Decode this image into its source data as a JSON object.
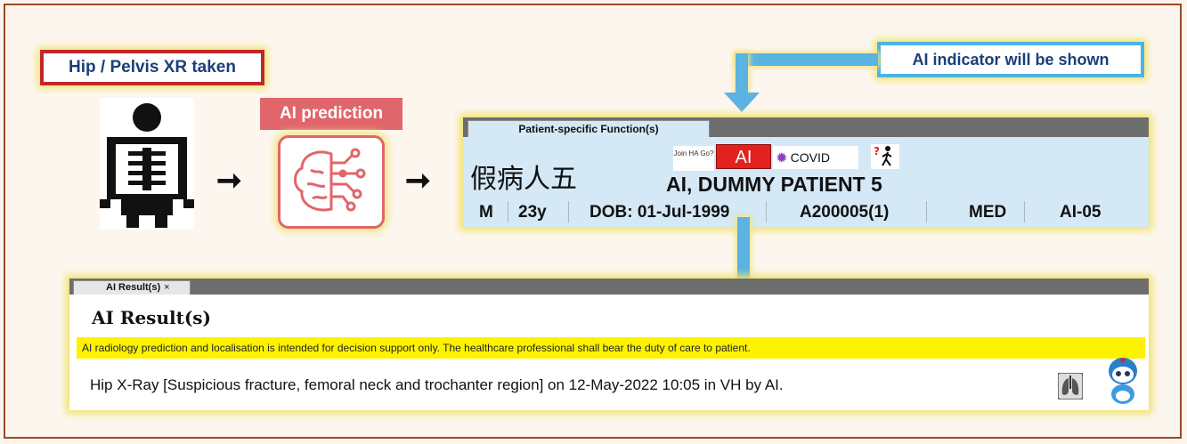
{
  "labels": {
    "hip_pelvis": "Hip / Pelvis XR taken",
    "ai_prediction": "AI prediction",
    "ai_indicator": "AI indicator will be shown",
    "arrow": "➞"
  },
  "patient_panel": {
    "tab": "Patient-specific Function(s)",
    "chinese_name": "假病人五",
    "join_ha_go": "Join HA Go?",
    "ai_badge": "AI",
    "covid_badge": "COVID",
    "name": "AI, DUMMY PATIENT 5",
    "sex": "M",
    "age": "23y",
    "dob": "DOB: 01-Jul-1999",
    "id": "A200005(1)",
    "specialty": "MED",
    "ref": "AI-05"
  },
  "results_panel": {
    "tab": "AI Result(s)",
    "close": "×",
    "title": "AI Result(s)",
    "disclaimer": "AI radiology prediction and localisation is intended for decision support only. The healthcare professional shall bear the duty of care to patient.",
    "result": "Hip X-Ray [Suspicious fracture, femoral neck and trochanter region] on 12-May-2022 10:05 in VH by AI."
  },
  "colors": {
    "accent_red": "#c0272d",
    "ai_red": "#e3211d",
    "blue_arrow": "#5ab3e0",
    "highlight_yellow": "#fff200",
    "panel_blue": "#d4e8f5"
  },
  "icons": [
    "xray-person-icon",
    "brain-circuit-icon",
    "virus-icon",
    "walking-person-icon",
    "lung-xray-icon",
    "robot-mascot-icon"
  ]
}
